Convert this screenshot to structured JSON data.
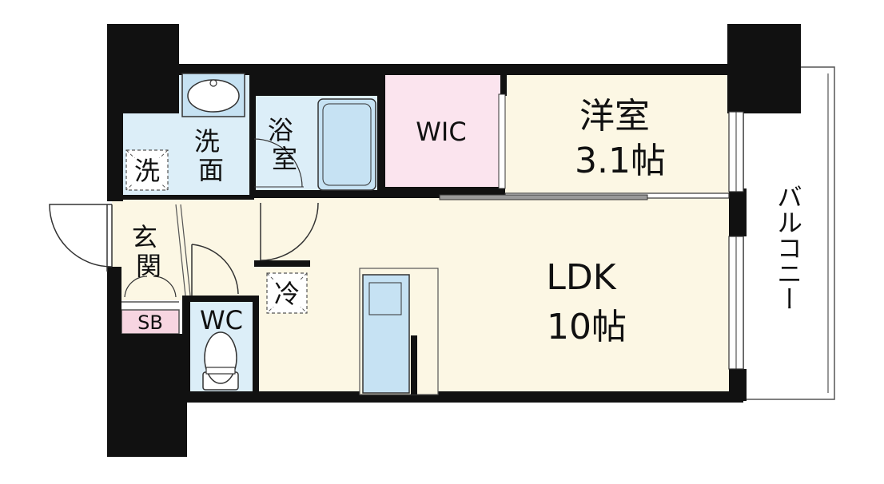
{
  "labels": {
    "washroom": "洗\n面",
    "bath": "浴\n室",
    "wic": "WIC",
    "bedroom": "洋室\n3.1帖",
    "entrance": "玄\n関",
    "shoebox": "SB",
    "wc": "WC",
    "ldk": "LDK\n10帖",
    "balcony": "バルコニー",
    "washer_mark": "洗",
    "fridge_mark": "冷"
  },
  "colors": {
    "wall": "#111111",
    "wet_area": "#dceef8",
    "wet_fixture": "#c6e2f3",
    "wic": "#fbe4ee",
    "living": "#fcf7e4",
    "shoebox": "#f7d5e1",
    "outline": "#333333"
  }
}
